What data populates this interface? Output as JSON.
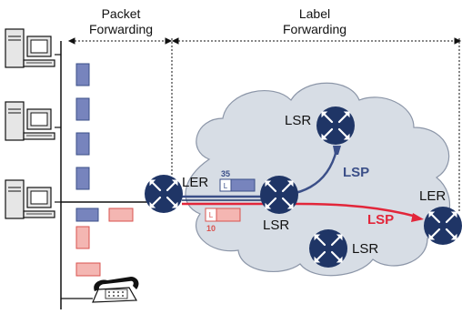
{
  "headers": {
    "packet_line1": "Packet",
    "packet_line2": "Forwarding",
    "label_line1": "Label",
    "label_line2": "Forwarding"
  },
  "nodes": {
    "ler_left": "LER",
    "lsr_top": "LSR",
    "lsr_mid": "LSR",
    "lsr_bottom": "LSR",
    "ler_right": "LER"
  },
  "lsps": {
    "blue": "LSP",
    "red": "LSP"
  },
  "labels": {
    "blue_value": "35",
    "blue_tag": "L",
    "red_value": "10",
    "red_tag": "L"
  },
  "colors": {
    "blue_packet": "#5b6aa6",
    "blue_packet_fill": "#7784bd",
    "red_packet": "#d9534f",
    "red_packet_fill": "#f4b6b2",
    "cloud": "#d7dde5",
    "router": "#1f3566",
    "blue_lsp": "#3b4f88",
    "red_lsp": "#e2263a"
  }
}
